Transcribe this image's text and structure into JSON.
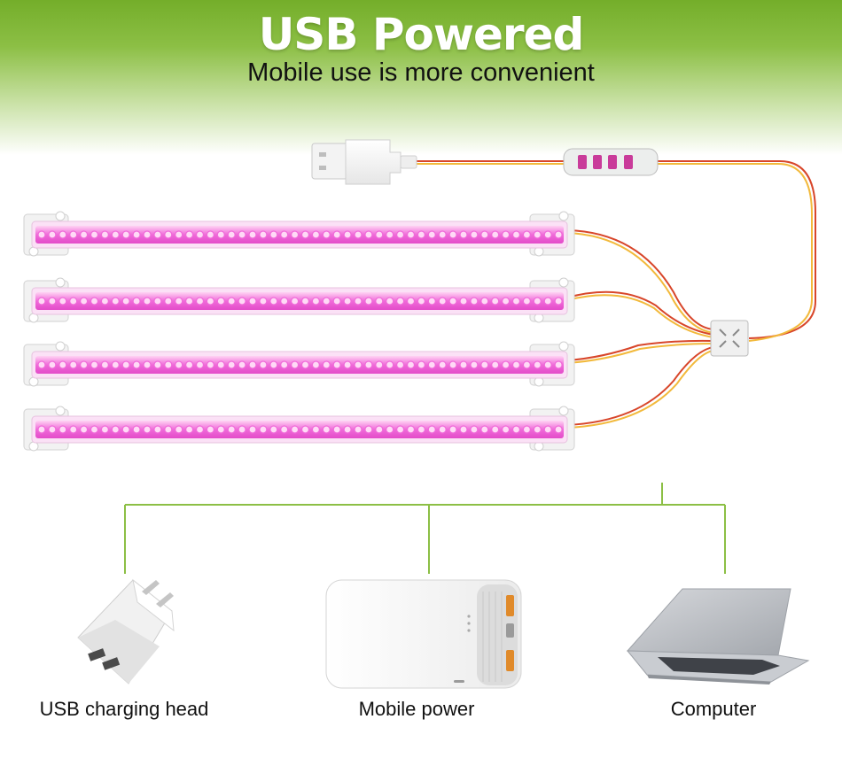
{
  "header": {
    "title": "USB Powered",
    "subtitle": "Mobile use is more convenient"
  },
  "light_bars": {
    "count": 4,
    "light_color": "#f06ad9"
  },
  "devices": [
    {
      "label": "USB charging head",
      "icon": "wall-charger-icon"
    },
    {
      "label": "Mobile power",
      "icon": "power-bank-icon"
    },
    {
      "label": "Computer",
      "icon": "laptop-icon"
    }
  ],
  "colors": {
    "brand_green": "#74ae2a",
    "connector_line": "#8cbf45",
    "wire_red": "#d8462a",
    "wire_yellow": "#f2b93b",
    "led_pink": "#f06ad9"
  }
}
